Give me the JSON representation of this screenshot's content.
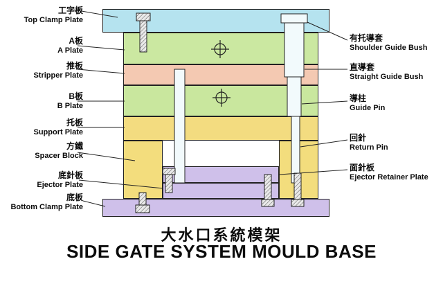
{
  "title": {
    "chinese": "大水口系統模架",
    "english": "SIDE GATE SYSTEM MOULD BASE"
  },
  "labels_left": [
    {
      "zh": "工字板",
      "en": "Top Clamp Plate"
    },
    {
      "zh": "A板",
      "en": "A Plate"
    },
    {
      "zh": "推板",
      "en": "Stripper Plate"
    },
    {
      "zh": "B板",
      "en": "B Plate"
    },
    {
      "zh": "托板",
      "en": "Support Plate"
    },
    {
      "zh": "方鐵",
      "en": "Spacer Block"
    },
    {
      "zh": "底針板",
      "en": "Ejector Plate"
    },
    {
      "zh": "底板",
      "en": "Bottom Clamp Plate"
    }
  ],
  "labels_right": [
    {
      "zh": "有托導套",
      "en": "Shoulder Guide Bush"
    },
    {
      "zh": "直導套",
      "en": "Straight Guide Bush"
    },
    {
      "zh": "導柱",
      "en": "Guide Pin"
    },
    {
      "zh": "回針",
      "en": "Return Pin"
    },
    {
      "zh": "面針板",
      "en": "Ejector Retainer Plate"
    }
  ],
  "colors": {
    "top_clamp_plate": "#b5e3ef",
    "a_plate": "#cbe8a1",
    "stripper_plate": "#f4c9b2",
    "b_plate": "#c9e79e",
    "support_plate": "#f3dc80",
    "spacer_block": "#f3dd7d",
    "ejector_retainer_plate": "#cfc0ea",
    "ejector_plate": "#cfc0ea",
    "bottom_clamp_plate": "#cfc0ea",
    "pin": "#f2fafc",
    "outline": "#222222"
  }
}
